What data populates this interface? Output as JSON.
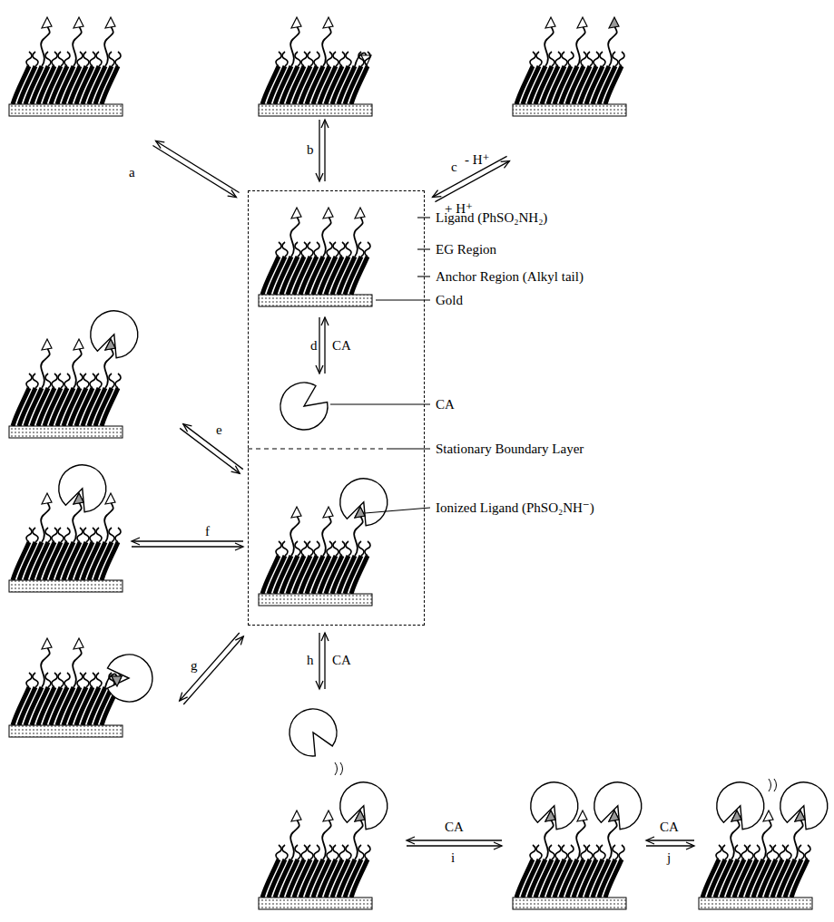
{
  "diagram": {
    "nodes": [
      {
        "text": [
          "d",
          "CA"
        ]
      }
    ],
    "labels": [
      "a",
      "b",
      "c",
      "- H⁺",
      "+ H⁺",
      "Ligand (PhSO₂NH₂)",
      "EG Region",
      "Anchor Region (Alkyl tail)",
      "Gold",
      "CA",
      "Stationary Boundary Layer",
      "Ionized Ligand (PhSO₂NH⁻)",
      "e",
      "f",
      "g",
      "h",
      "CA",
      "i",
      "CA",
      "j",
      "CA"
    ]
  }
}
